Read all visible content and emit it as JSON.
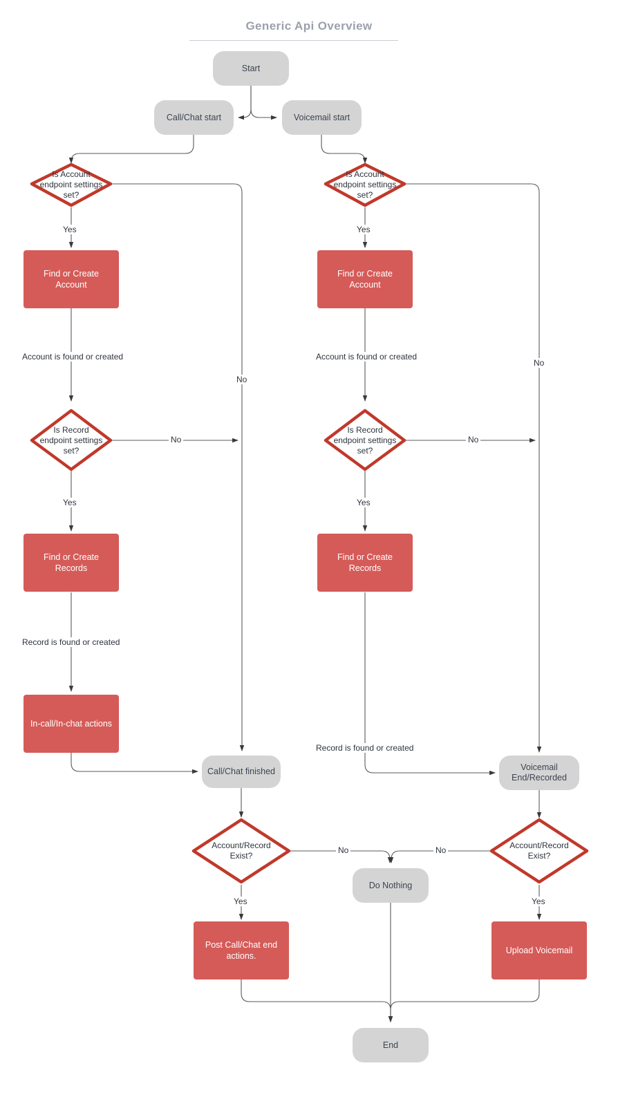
{
  "header": {
    "title": "Generic Api Overview"
  },
  "theme": {
    "terminal_fill": "#d4d4d4",
    "process_fill": "#d55b58",
    "decision_stroke": "#c0392b",
    "decision_fill": "#ffffff",
    "edge_stroke": "#5a5a5a",
    "text_dark": "#2d333d",
    "text_light": "#ffffff",
    "title_color": "#9aa0ac",
    "background": "#ffffff"
  },
  "chart_data": {
    "type": "diagram",
    "title": "Generic Api Overview",
    "nodes": [
      {
        "id": "start",
        "label": "Start",
        "shape": "terminal"
      },
      {
        "id": "call_chat_start",
        "label": "Call/Chat start",
        "shape": "terminal"
      },
      {
        "id": "voicemail_start",
        "label": "Voicemail start",
        "shape": "terminal"
      },
      {
        "id": "acct_ep_left",
        "label": "Is Account endpoint settings set?",
        "shape": "decision"
      },
      {
        "id": "acct_ep_right",
        "label": "Is Account endpoint settings set?",
        "shape": "decision"
      },
      {
        "id": "find_acct_left",
        "label": "Find or Create Account",
        "shape": "process"
      },
      {
        "id": "find_acct_right",
        "label": "Find or Create Account",
        "shape": "process"
      },
      {
        "id": "rec_ep_left",
        "label": "Is Record endpoint settings set?",
        "shape": "decision"
      },
      {
        "id": "rec_ep_right",
        "label": "Is Record endpoint settings set?",
        "shape": "decision"
      },
      {
        "id": "find_rec_left",
        "label": "Find or Create Records",
        "shape": "process"
      },
      {
        "id": "find_rec_right",
        "label": "Find or Create Records",
        "shape": "process"
      },
      {
        "id": "in_call_actions",
        "label": "In-call/In-chat actions",
        "shape": "process"
      },
      {
        "id": "call_chat_finished",
        "label": "Call/Chat finished",
        "shape": "terminal"
      },
      {
        "id": "voicemail_end",
        "label": "Voicemail End/Recorded",
        "shape": "terminal"
      },
      {
        "id": "exist_left",
        "label": "Account/Record Exist?",
        "shape": "decision"
      },
      {
        "id": "exist_right",
        "label": "Account/Record Exist?",
        "shape": "decision"
      },
      {
        "id": "do_nothing",
        "label": "Do Nothing",
        "shape": "terminal"
      },
      {
        "id": "post_call",
        "label": "Post Call/Chat end actions.",
        "shape": "process"
      },
      {
        "id": "upload_vm",
        "label": "Upload Voicemail",
        "shape": "process"
      },
      {
        "id": "end",
        "label": "End",
        "shape": "terminal"
      }
    ],
    "edges": [
      {
        "from": "start",
        "to": "call_chat_start",
        "label": ""
      },
      {
        "from": "start",
        "to": "voicemail_start",
        "label": ""
      },
      {
        "from": "call_chat_start",
        "to": "acct_ep_left",
        "label": ""
      },
      {
        "from": "voicemail_start",
        "to": "acct_ep_right",
        "label": ""
      },
      {
        "from": "acct_ep_left",
        "to": "find_acct_left",
        "label": "Yes"
      },
      {
        "from": "acct_ep_left",
        "to": "call_chat_finished",
        "label": "No"
      },
      {
        "from": "find_acct_left",
        "to": "rec_ep_left",
        "label": "Account is found or created"
      },
      {
        "from": "rec_ep_left",
        "to": "find_rec_left",
        "label": "Yes"
      },
      {
        "from": "rec_ep_left",
        "to": "call_chat_finished",
        "label": "No"
      },
      {
        "from": "find_rec_left",
        "to": "in_call_actions",
        "label": "Record is found or created"
      },
      {
        "from": "in_call_actions",
        "to": "call_chat_finished",
        "label": ""
      },
      {
        "from": "acct_ep_right",
        "to": "find_acct_right",
        "label": "Yes"
      },
      {
        "from": "acct_ep_right",
        "to": "voicemail_end",
        "label": "No"
      },
      {
        "from": "find_acct_right",
        "to": "rec_ep_right",
        "label": "Account is found or created"
      },
      {
        "from": "rec_ep_right",
        "to": "find_rec_right",
        "label": "Yes"
      },
      {
        "from": "rec_ep_right",
        "to": "voicemail_end",
        "label": "No"
      },
      {
        "from": "find_rec_right",
        "to": "voicemail_end",
        "label": "Record is found or created"
      },
      {
        "from": "call_chat_finished",
        "to": "exist_left",
        "label": ""
      },
      {
        "from": "voicemail_end",
        "to": "exist_right",
        "label": ""
      },
      {
        "from": "exist_left",
        "to": "do_nothing",
        "label": "No"
      },
      {
        "from": "exist_right",
        "to": "do_nothing",
        "label": "No"
      },
      {
        "from": "exist_left",
        "to": "post_call",
        "label": "Yes"
      },
      {
        "from": "exist_right",
        "to": "upload_vm",
        "label": "Yes"
      },
      {
        "from": "post_call",
        "to": "end",
        "label": ""
      },
      {
        "from": "upload_vm",
        "to": "end",
        "label": ""
      },
      {
        "from": "do_nothing",
        "to": "end",
        "label": ""
      }
    ]
  },
  "nodes": {
    "start": "Start",
    "call_chat_start": "Call/Chat start",
    "voicemail_start": "Voicemail start",
    "acct_ep_left_l1": "Is Account",
    "acct_ep_left_l2": "endpoint settings",
    "acct_ep_left_l3": "set?",
    "acct_ep_right_l1": "Is Account",
    "acct_ep_right_l2": "endpoint settings",
    "acct_ep_right_l3": "set?",
    "find_acct_left": "Find or Create Account",
    "find_acct_right": "Find or Create Account",
    "rec_ep_left_l1": "Is Record",
    "rec_ep_left_l2": "endpoint settings",
    "rec_ep_left_l3": "set?",
    "rec_ep_right_l1": "Is Record",
    "rec_ep_right_l2": "endpoint settings",
    "rec_ep_right_l3": "set?",
    "find_rec_left": "Find or Create Records",
    "find_rec_right": "Find or Create Records",
    "in_call_actions": "In-call/In-chat actions",
    "call_chat_finished": "Call/Chat finished",
    "voicemail_end_l1": "Voicemail",
    "voicemail_end_l2": "End/Recorded",
    "exist_left_l1": "Account/Record",
    "exist_left_l2": "Exist?",
    "exist_right_l1": "Account/Record",
    "exist_right_l2": "Exist?",
    "do_nothing": "Do Nothing",
    "post_call_l1": "Post Call/Chat end",
    "post_call_l2": "actions.",
    "upload_vm": "Upload Voicemail",
    "end": "End"
  },
  "labels": {
    "yes_acct_left": "Yes",
    "yes_acct_right": "Yes",
    "no_acct_left": "No",
    "no_acct_right": "No",
    "acct_found_left": "Account is found or created",
    "acct_found_right": "Account is found or created",
    "no_rec_left": "No",
    "no_rec_right": "No",
    "yes_rec_left": "Yes",
    "yes_rec_right": "Yes",
    "rec_found_left": "Record is found or created",
    "rec_found_right": "Record is found or created",
    "no_exist_left": "No",
    "no_exist_right": "No",
    "yes_exist_left": "Yes",
    "yes_exist_right": "Yes"
  }
}
